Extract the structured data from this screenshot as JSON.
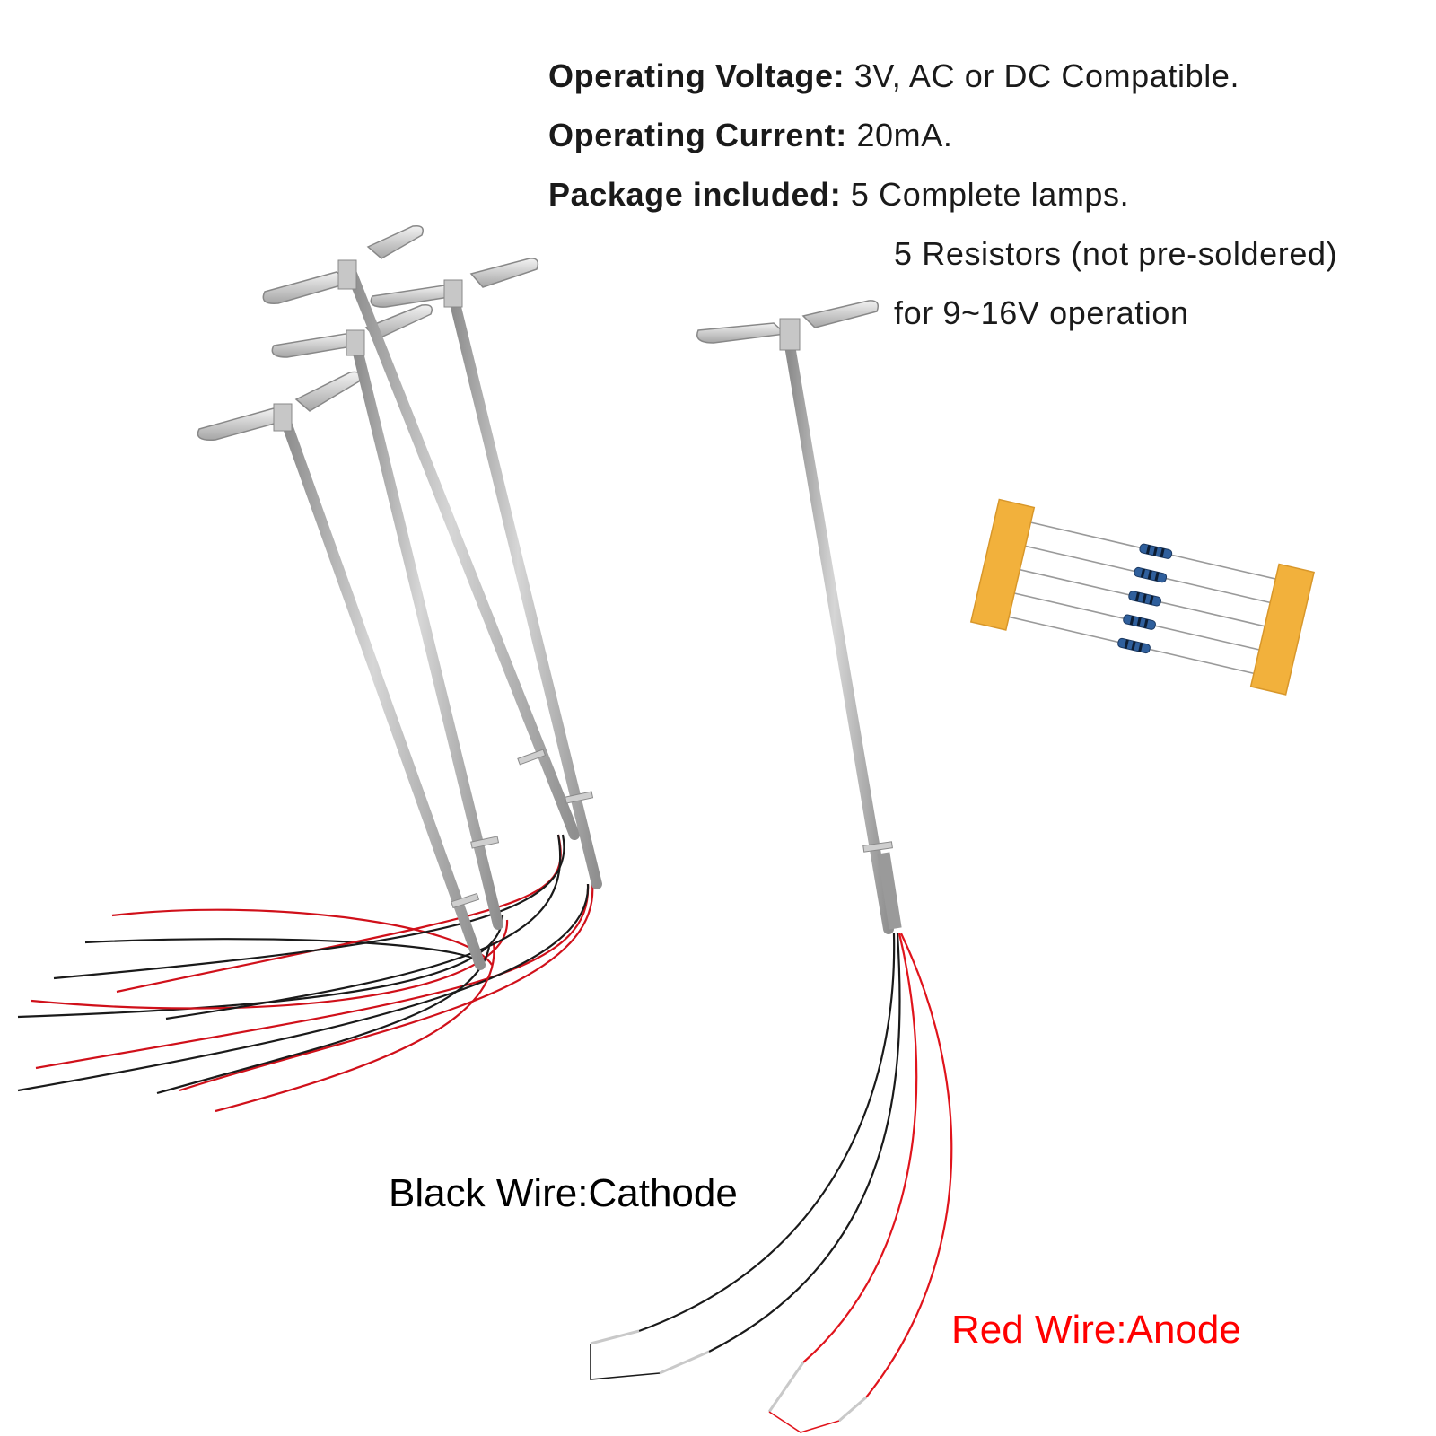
{
  "specs": {
    "voltage_key": "Operating Voltage:",
    "voltage_value": "3V, AC or DC Compatible.",
    "current_key": "Operating Current:",
    "current_value": "20mA.",
    "package_key": "Package included:",
    "package_lines": [
      "5 Complete lamps.",
      "5 Resistors (not pre-soldered)",
      "for 9~16V operation"
    ]
  },
  "captions": {
    "black": "Black Wire:Cathode",
    "red": "Red Wire:Anode"
  },
  "colors": {
    "black_caption": "#000000",
    "red_caption": "#ff0000",
    "wire_black": "#1a1a1a",
    "wire_red": "#d0101a",
    "pole": "#b9b9b9",
    "tape": "#f2b13c",
    "resistor": "#2f5f9c"
  },
  "icons": [
    "lamp-pole",
    "resistor-strip",
    "wire-lead"
  ]
}
